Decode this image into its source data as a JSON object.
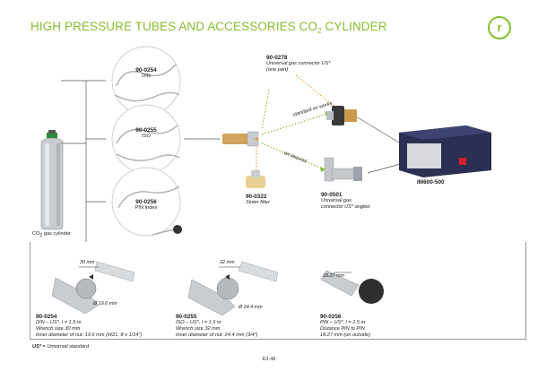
{
  "header": {
    "title_main": "HIGH PRESSURE TUBES AND ACCESSORIES CO",
    "title_sub": "2",
    "title_tail": " CYLINDER",
    "logo_letter": "r"
  },
  "tubes": [
    {
      "code": "90-0254",
      "name": "DIN"
    },
    {
      "code": "90-0255",
      "name": "ISO"
    },
    {
      "code": "90-0256",
      "name": "PIN Index"
    }
  ],
  "cylinder": {
    "label_pre": "CO",
    "label_sub": "2",
    "label_post": " gas cylinder"
  },
  "connector_straight": {
    "code": "90-0278",
    "line1": "Universal gas connector US*",
    "line2": "(one part)"
  },
  "connector_angled": {
    "code": "90-0501",
    "line1": "Universal gas",
    "line2": "connector US* angled"
  },
  "sinter": {
    "code": "90-0322",
    "name": "Sinter filter"
  },
  "arrows": {
    "standard": "standard ex works",
    "request": "on request"
  },
  "device": {
    "code": "IM600-500"
  },
  "details": [
    {
      "code": "90-0254",
      "l1": "DIN – US*, l = 1.5 m",
      "l2": "Wrench size 30 mm",
      "l3": "Inner diameter of nut: 19.6 mm (W21, 8 x 1/14\")",
      "m1": "30 mm",
      "m2": "Ø 19.6 mm"
    },
    {
      "code": "90-0255",
      "l1": "ISO – US*, l = 1.5 m",
      "l2": "Wrench size 32 mm",
      "l3": "Inner diameter of nut: 24.4 mm (3/4\")",
      "m1": "32 mm",
      "m2": "Ø 24.4 mm"
    },
    {
      "code": "90-0256",
      "l1": "PIN – US*, l = 1.5 m",
      "l2": "Distance PIN to PIN",
      "l3": "18.27 mm (on outside)",
      "m1": "18.27 mm"
    }
  ],
  "footnote": {
    "key": "US*",
    "text": " = Universal standard"
  },
  "page": "E3.48",
  "colors": {
    "accent": "#86bd2e",
    "orange_dot": "#e8a13a",
    "green_dot": "#86bd2e",
    "device_body": "#2b2f52"
  }
}
